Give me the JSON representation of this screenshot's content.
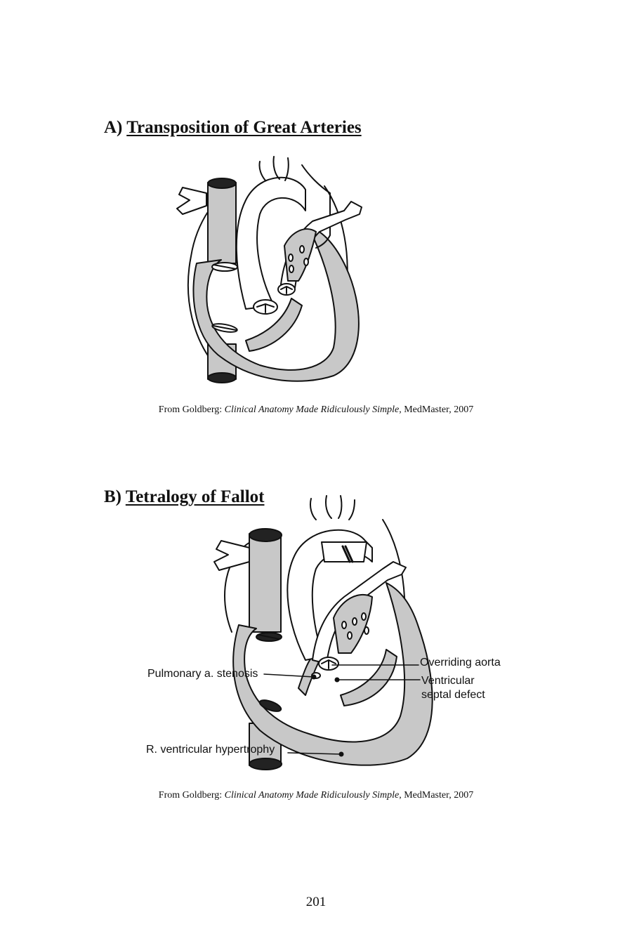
{
  "section_a": {
    "prefix": "A)",
    "title": "Transposition of Great Arteries",
    "caption": {
      "source": "From Goldberg: ",
      "book": "Clinical Anatomy Made Ridiculously Simple",
      "publisher": ", MedMaster, 2007"
    }
  },
  "section_b": {
    "prefix": "B)",
    "title": "Tetralogy of Fallot",
    "labels": {
      "pulmonary": "Pulmonary a. stenosis",
      "aorta": "Overriding aorta",
      "vsd_line1": "Ventricular",
      "vsd_line2": "septal defect",
      "rvh": "R. ventricular hypertrophy"
    },
    "caption": {
      "source": "From Goldberg: ",
      "book": "Clinical Anatomy Made Ridiculously Simple",
      "publisher": ", MedMaster, 2007"
    }
  },
  "page_number": "201"
}
